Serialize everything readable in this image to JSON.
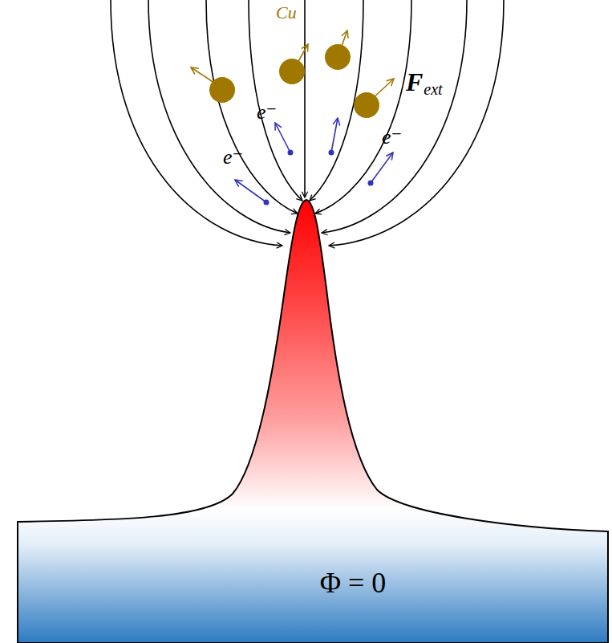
{
  "diagram": {
    "nodes": [
      {
        "text": [
          "Φ = 0"
        ]
      }
    ],
    "labels": [
      "Cu",
      "e⁻",
      "e⁻",
      "e⁻",
      "F",
      "ext"
    ]
  }
}
